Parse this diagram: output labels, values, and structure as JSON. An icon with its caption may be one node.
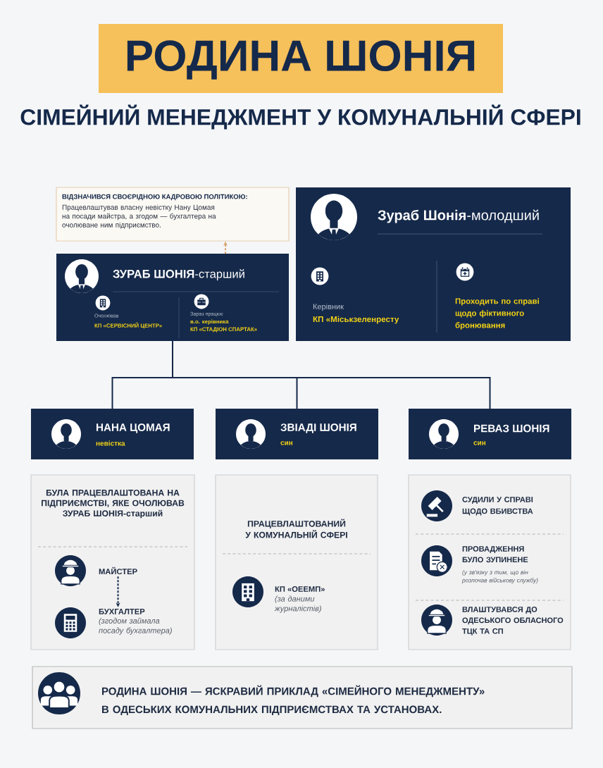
{
  "diagram": {
    "title": "РОДИНА ШОНІЯ",
    "nodes": [
      {
        "text": [
          "ВІДЗНАЧИВСЯ СВОЄРІДНОЮ КАДРОВОЮ ПОЛІТИКОЮ:",
          "Працевлаштував власну невістку Нану Цомая на посади майстра, а згодом — бухгалтера на очолюване ним підприємство."
        ]
      },
      {
        "text": [
          "**ЗУРАБ ШОНІЯ**-старший",
          "Очолював",
          "КП «СЕРВІСНИЙ ЦЕНТР»",
          "Зараз працює",
          "в.о. керівника",
          "КП «СТАДІОН СПАРТАК»"
        ]
      },
      {
        "text": [
          "**Зураб Шонія**-молодший",
          "Керівник",
          "КП «Міськзеленресту",
          "Проходить по справі щодо фіктивного бронювання"
        ]
      },
      {
        "text": [
          "НАНА ЦОМАЯ",
          "невістка"
        ]
      },
      {
        "text": [
          "ЗВІАДІ ШОНІЯ",
          "син"
        ]
      },
      {
        "text": [
          "РЕВАЗ ШОНІЯ",
          "син"
        ]
      },
      {
        "text": [
          "БУЛА ПРАЦЕВЛАШТОВАНА НА ПІДПРИЄМСТВІ, ЯКЕ ОЧОЛЮВАВ ЗУРАБ ШОНІЯ-старший"
        ]
      },
      {
        "text": [
          "МАЙСТЕР"
        ],
        "in": 6
      },
      {
        "text": [
          "БУХГАЛТЕР",
          "(згодом займала посаду бухгалтера)"
        ],
        "in": 6
      },
      {
        "text": [
          "ПРАЦЕВЛАШТОВАНИЙ У КОМУНАЛЬНІЙ СФЕРІ",
          "КП «ОЕЕМП»",
          "(за даними журналістів)"
        ]
      },
      {
        "text": [
          "СУДИЛИ У СПРАВІ ЩОДО ВБИВСТВА",
          "ПРОВАДЖЕННЯ БУЛО ЗУПИНЕНЕ",
          "(у зв'язку з тим, що він розпочав військову службу)",
          "ВЛАШТУВАВСЯ ДО ОДЕСЬКОГО ОБЛАСНОГО ТЦК ТА СП"
        ]
      },
      {
        "text": [
          "РОДИНА ШОНІЯ — ЯСКРАВИЙ ПРИКЛАД «СІМЕЙНОГО МЕНЕДЖМЕНТУ» В ОДЕСЬКИХ КОМУНАЛЬНИХ ПІДПРИЄМСТВАХ ТА УСТАНОВАХ."
        ]
      }
    ],
    "edges": [
      {
        "from": 1,
        "to": 0,
        "arrow": "to",
        "style": "dashed",
        "color": "#d9a46b"
      },
      {
        "from": 1,
        "to": 3,
        "arrow": "none"
      },
      {
        "from": 1,
        "to": 4,
        "arrow": "none"
      },
      {
        "from": 1,
        "to": 5,
        "arrow": "none"
      },
      {
        "from": 7,
        "to": 8,
        "arrow": "to",
        "style": "dashed"
      }
    ],
    "labels": [
      "СІМЕЙНИЙ МЕНЕДЖМЕНТ У КОМУНАЛЬНІЙ СФЕРІ"
    ]
  }
}
